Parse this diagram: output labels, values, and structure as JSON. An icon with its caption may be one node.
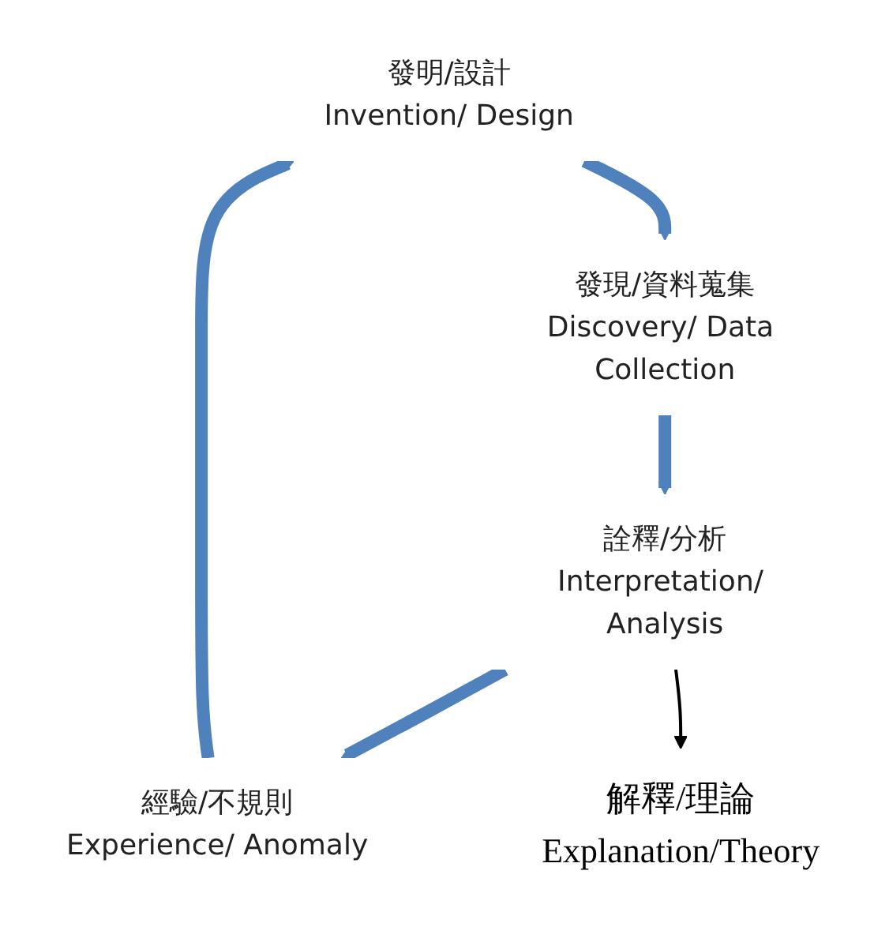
{
  "diagram": {
    "nodes": [
      {
        "text": [
          "發明/設計",
          "Invention/ Design"
        ]
      },
      {
        "text": [
          "發現/資料蒐集",
          "Discovery/ Data Collection"
        ]
      },
      {
        "text": [
          "詮釋/分析",
          "Interpretation/ Analysis"
        ]
      },
      {
        "text": [
          "經驗/不規則",
          "Experience/ Anomaly"
        ]
      },
      {
        "text": [
          "解釋/理論",
          "Explanation/Theory"
        ]
      }
    ],
    "edges": [
      {
        "from": 0,
        "to": 1,
        "arrow": "to"
      },
      {
        "from": 1,
        "to": 2,
        "arrow": "to"
      },
      {
        "from": 2,
        "to": 3,
        "arrow": "to"
      },
      {
        "from": 3,
        "to": 0,
        "arrow": "to"
      },
      {
        "from": 2,
        "to": 4,
        "arrow": "to",
        "color": "#000000"
      }
    ]
  }
}
